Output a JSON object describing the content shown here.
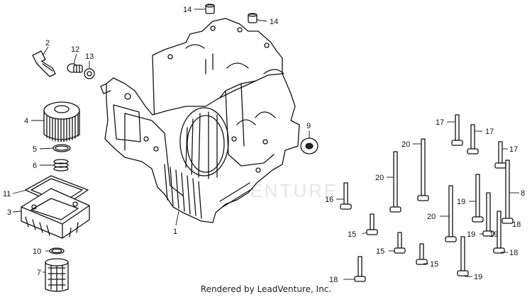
{
  "diagram": {
    "watermark": "ADVENTURE",
    "credit": "Rendered by LeadVenture, Inc.",
    "callouts": {
      "c1": "1",
      "c2": "2",
      "c3": "3",
      "c4": "4",
      "c5": "5",
      "c6": "6",
      "c7": "7",
      "c8": "8",
      "c9": "9",
      "c10": "10",
      "c11": "11",
      "c12": "12",
      "c13": "13",
      "c14a": "14",
      "c14b": "14",
      "c15a": "15",
      "c15b": "15",
      "c15c": "15",
      "c16": "16",
      "c17a": "17",
      "c17b": "17",
      "c17c": "17",
      "c18a": "18",
      "c18b": "18",
      "c18c": "18",
      "c19a": "19",
      "c19b": "19",
      "c19c": "19",
      "c19d": "19",
      "c20a": "20",
      "c20b": "20",
      "c20c": "20"
    }
  }
}
